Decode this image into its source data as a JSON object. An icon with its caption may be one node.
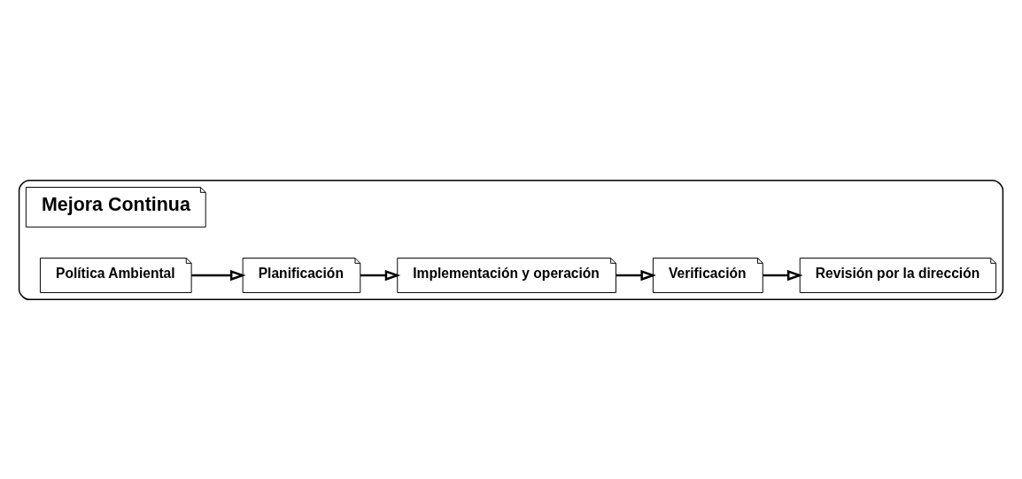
{
  "diagram": {
    "nodes": [
      {
        "text": [],
        "shape": "ellipse"
      },
      {
        "text": [
          "Mejora Continua"
        ],
        "in": 0
      },
      {
        "text": [
          "Política Ambiental"
        ],
        "in": 0
      },
      {
        "text": [
          "Planificación"
        ],
        "in": 0
      },
      {
        "text": [
          "Implementación y operación"
        ],
        "in": 0
      },
      {
        "text": [
          "Verificación"
        ],
        "in": 0
      },
      {
        "text": [
          "Revisión por la dirección"
        ],
        "in": 0
      }
    ],
    "edges": [
      {
        "from": 2,
        "to": 3,
        "arrow": "to"
      },
      {
        "from": 3,
        "to": 4,
        "arrow": "to"
      },
      {
        "from": 4,
        "to": 5,
        "arrow": "to"
      },
      {
        "from": 5,
        "to": 6,
        "arrow": "to"
      }
    ]
  }
}
